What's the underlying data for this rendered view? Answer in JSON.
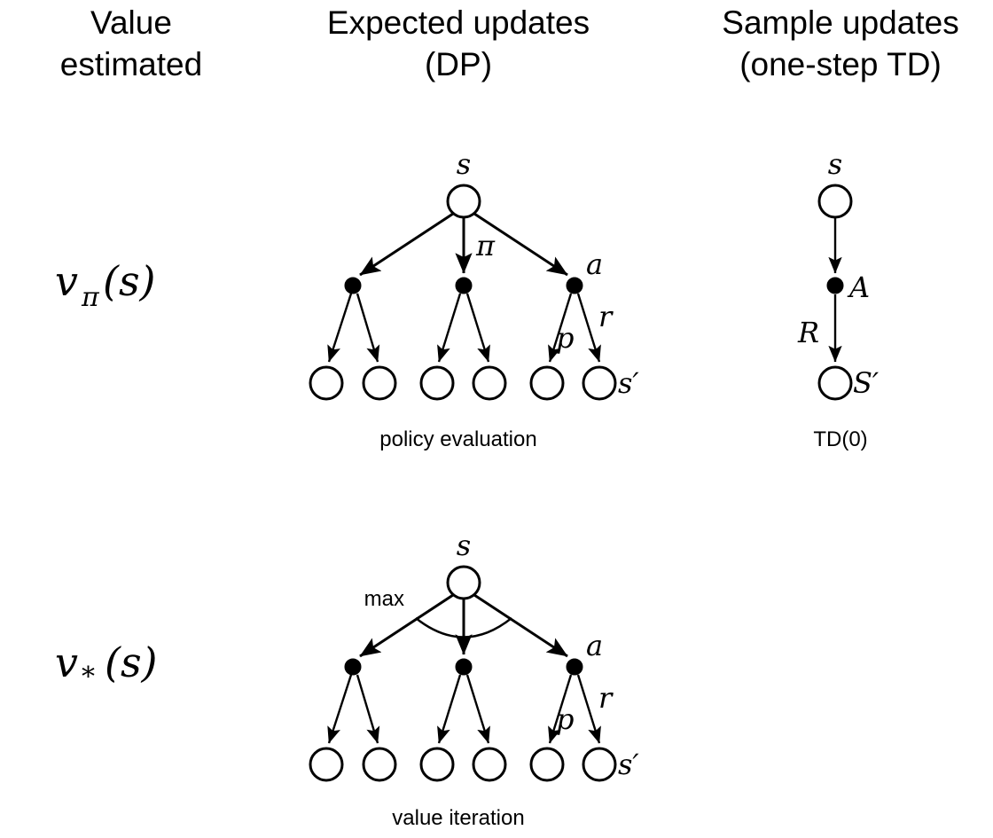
{
  "figure": {
    "title_row": {
      "col1_line1": "Value",
      "col1_line2": "estimated",
      "col2_line1": "Expected updates",
      "col2_line2": "(DP)",
      "col3_line1": "Sample updates",
      "col3_line2": "(one-step TD)"
    },
    "rows": [
      {
        "value_symbol": "v",
        "value_subscript": "π",
        "value_arg": "(s)",
        "dp": {
          "caption": "policy evaluation",
          "root_label": "s",
          "policy_label": "π",
          "action_label": "a",
          "prob_label": "p",
          "reward_label": "r",
          "next_state_label": "s′",
          "has_max_arc": false,
          "max_label": ""
        },
        "td": {
          "caption": "TD(0)",
          "root_label": "s",
          "action_label": "A",
          "reward_label": "R",
          "next_state_label": "S′"
        }
      },
      {
        "value_symbol": "v",
        "value_subscript": "*",
        "value_arg": "(s)",
        "dp": {
          "caption": "value iteration",
          "root_label": "s",
          "policy_label": "",
          "action_label": "a",
          "prob_label": "p",
          "reward_label": "r",
          "next_state_label": "s′",
          "has_max_arc": true,
          "max_label": "max"
        },
        "td": null
      }
    ],
    "colors": {
      "background": "#ffffff",
      "ink": "#000000",
      "open_node_fill": "#ffffff",
      "solid_node_fill": "#000000"
    }
  }
}
